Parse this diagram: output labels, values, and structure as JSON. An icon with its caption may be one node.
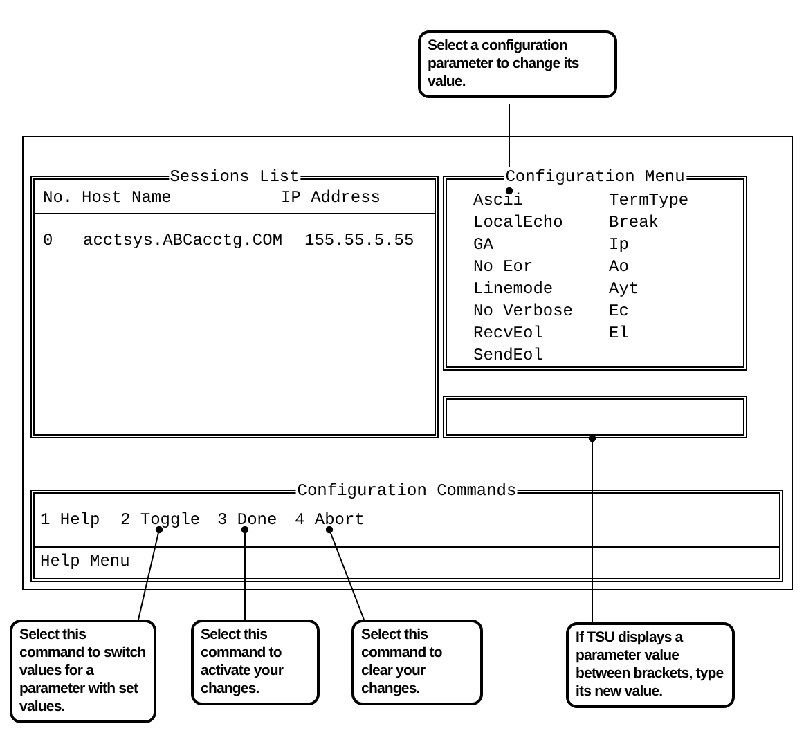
{
  "diagram": {
    "nodes": [
      {
        "text": [],
        "shape": "box"
      },
      {
        "text": [
          "Sessions List",
          "No.",
          "Host Name",
          "IP Address",
          "0",
          "acctsys.ABCacctg.COM",
          "155.55.5.55"
        ],
        "in": 0
      },
      {
        "text": [
          "Configuration Menu"
        ],
        "in": 0
      },
      {
        "text": [
          "Ascii"
        ],
        "in": 2
      },
      {
        "text": [
          "TermType"
        ],
        "in": 2
      },
      {
        "text": [
          "LocalEcho"
        ],
        "in": 2
      },
      {
        "text": [
          "Break"
        ],
        "in": 2
      },
      {
        "text": [
          "GA"
        ],
        "in": 2
      },
      {
        "text": [
          "Ip"
        ],
        "in": 2
      },
      {
        "text": [
          "No Eor"
        ],
        "in": 2
      },
      {
        "text": [
          "Ao"
        ],
        "in": 2
      },
      {
        "text": [
          "Linemode"
        ],
        "in": 2
      },
      {
        "text": [
          "Ayt"
        ],
        "in": 2
      },
      {
        "text": [
          "No Verbose"
        ],
        "in": 2
      },
      {
        "text": [
          "Ec"
        ],
        "in": 2
      },
      {
        "text": [
          "RecvEol"
        ],
        "in": 2
      },
      {
        "text": [
          "El"
        ],
        "in": 2
      },
      {
        "text": [
          "SendEol"
        ],
        "in": 2
      },
      {
        "text": [],
        "shape": "box",
        "in": 0
      },
      {
        "text": [
          "Configuration Commands",
          "Help Menu"
        ],
        "in": 0
      },
      {
        "text": [
          "1 Help"
        ],
        "in": 19
      },
      {
        "text": [
          "2 Toggle"
        ],
        "in": 19
      },
      {
        "text": [
          "3 Done"
        ],
        "in": 19
      },
      {
        "text": [
          "4 Abort"
        ],
        "in": 19
      },
      {
        "text": [
          "Select a configuration parameter to change its value."
        ]
      },
      {
        "text": [
          "Select this command to switch values for a parameter with set values."
        ]
      },
      {
        "text": [
          "Select this command to activate your changes."
        ]
      },
      {
        "text": [
          "Select this command to clear your changes."
        ]
      },
      {
        "text": [
          "If TSU displays a parameter value between brackets, type its new value."
        ]
      }
    ],
    "edges": [
      {
        "from": 24,
        "to": 3,
        "arrow": "other"
      },
      {
        "from": 25,
        "to": 21,
        "arrow": "other"
      },
      {
        "from": 26,
        "to": 22,
        "arrow": "other"
      },
      {
        "from": 27,
        "to": 23,
        "arrow": "other"
      },
      {
        "from": 28,
        "to": 18,
        "arrow": "other"
      }
    ]
  }
}
